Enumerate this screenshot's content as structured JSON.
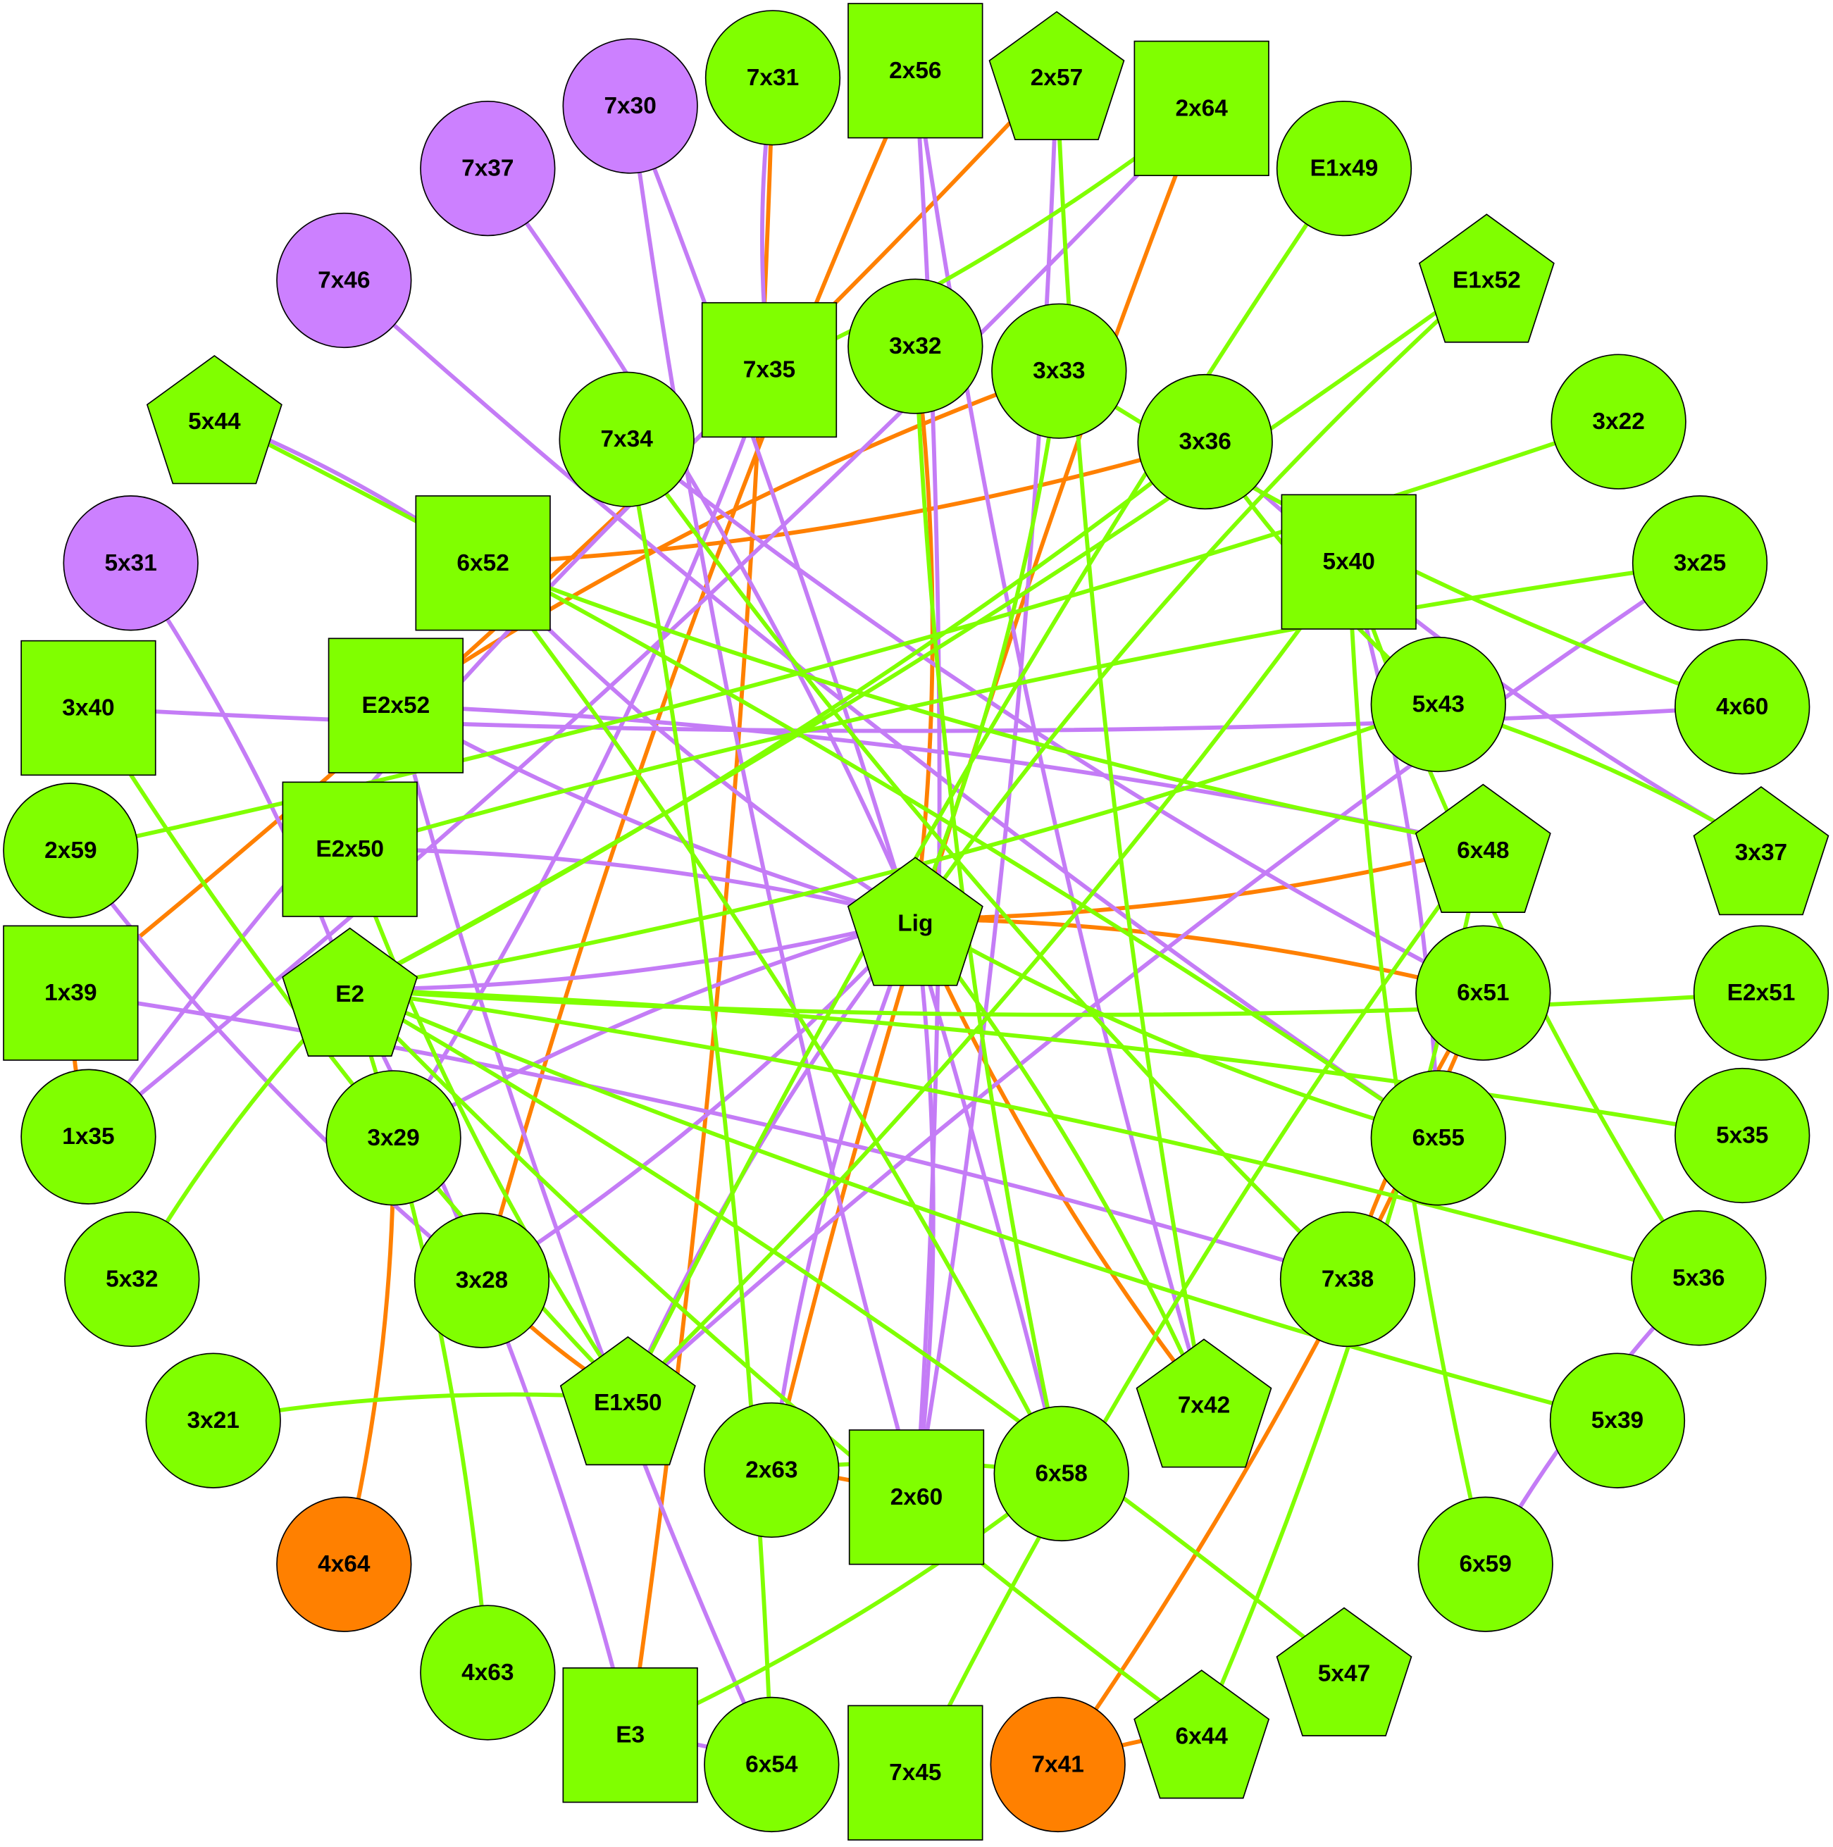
{
  "colors": {
    "green": "#80ff00",
    "purple": "#cc80ff",
    "orange": "#ff8000",
    "edge_purple": "#c47cf6",
    "edge_green": "#80ff00",
    "edge_orange": "#ff8000",
    "stroke": "#000000"
  },
  "nodes": [
    {
      "label": "7x31",
      "shape": "circle",
      "color": "green"
    },
    {
      "label": "2x56",
      "shape": "square",
      "color": "green"
    },
    {
      "label": "2x57",
      "shape": "pentagon",
      "color": "green"
    },
    {
      "label": "2x64",
      "shape": "square",
      "color": "green"
    },
    {
      "label": "7x30",
      "shape": "circle",
      "color": "purple"
    },
    {
      "label": "7x37",
      "shape": "circle",
      "color": "purple"
    },
    {
      "label": "E1x49",
      "shape": "circle",
      "color": "green"
    },
    {
      "label": "7x46",
      "shape": "circle",
      "color": "purple"
    },
    {
      "label": "E1x52",
      "shape": "pentagon",
      "color": "green"
    },
    {
      "label": "7x35",
      "shape": "square",
      "color": "green"
    },
    {
      "label": "3x32",
      "shape": "circle",
      "color": "green"
    },
    {
      "label": "3x33",
      "shape": "circle",
      "color": "green"
    },
    {
      "label": "7x34",
      "shape": "circle",
      "color": "green"
    },
    {
      "label": "3x36",
      "shape": "circle",
      "color": "green"
    },
    {
      "label": "5x44",
      "shape": "pentagon",
      "color": "green"
    },
    {
      "label": "3x22",
      "shape": "circle",
      "color": "green"
    },
    {
      "label": "5x31",
      "shape": "circle",
      "color": "purple"
    },
    {
      "label": "6x52",
      "shape": "square",
      "color": "green"
    },
    {
      "label": "5x40",
      "shape": "square",
      "color": "green"
    },
    {
      "label": "3x25",
      "shape": "circle",
      "color": "green"
    },
    {
      "label": "3x40",
      "shape": "square",
      "color": "green"
    },
    {
      "label": "E2x52",
      "shape": "square",
      "color": "green"
    },
    {
      "label": "5x43",
      "shape": "circle",
      "color": "green"
    },
    {
      "label": "4x60",
      "shape": "circle",
      "color": "green"
    },
    {
      "label": "2x59",
      "shape": "circle",
      "color": "green"
    },
    {
      "label": "E2x50",
      "shape": "square",
      "color": "green"
    },
    {
      "label": "6x48",
      "shape": "pentagon",
      "color": "green"
    },
    {
      "label": "3x37",
      "shape": "pentagon",
      "color": "green"
    },
    {
      "label": "Lig",
      "shape": "pentagon",
      "color": "green"
    },
    {
      "label": "1x39",
      "shape": "square",
      "color": "green"
    },
    {
      "label": "E2",
      "shape": "pentagon",
      "color": "green"
    },
    {
      "label": "6x51",
      "shape": "circle",
      "color": "green"
    },
    {
      "label": "E2x51",
      "shape": "circle",
      "color": "green"
    },
    {
      "label": "1x35",
      "shape": "circle",
      "color": "green"
    },
    {
      "label": "3x29",
      "shape": "circle",
      "color": "green"
    },
    {
      "label": "6x55",
      "shape": "circle",
      "color": "green"
    },
    {
      "label": "5x35",
      "shape": "circle",
      "color": "green"
    },
    {
      "label": "5x32",
      "shape": "circle",
      "color": "green"
    },
    {
      "label": "3x28",
      "shape": "circle",
      "color": "green"
    },
    {
      "label": "7x38",
      "shape": "circle",
      "color": "green"
    },
    {
      "label": "5x36",
      "shape": "circle",
      "color": "green"
    },
    {
      "label": "3x21",
      "shape": "circle",
      "color": "green"
    },
    {
      "label": "E1x50",
      "shape": "pentagon",
      "color": "green"
    },
    {
      "label": "7x42",
      "shape": "pentagon",
      "color": "green"
    },
    {
      "label": "5x39",
      "shape": "circle",
      "color": "green"
    },
    {
      "label": "2x63",
      "shape": "circle",
      "color": "green"
    },
    {
      "label": "2x60",
      "shape": "square",
      "color": "green"
    },
    {
      "label": "6x58",
      "shape": "circle",
      "color": "green"
    },
    {
      "label": "4x64",
      "shape": "circle",
      "color": "orange"
    },
    {
      "label": "6x59",
      "shape": "circle",
      "color": "green"
    },
    {
      "label": "4x63",
      "shape": "circle",
      "color": "green"
    },
    {
      "label": "E3",
      "shape": "square",
      "color": "green"
    },
    {
      "label": "6x54",
      "shape": "circle",
      "color": "green"
    },
    {
      "label": "7x45",
      "shape": "square",
      "color": "green"
    },
    {
      "label": "7x41",
      "shape": "circle",
      "color": "orange"
    },
    {
      "label": "6x44",
      "shape": "pentagon",
      "color": "green"
    },
    {
      "label": "5x47",
      "shape": "pentagon",
      "color": "green"
    }
  ],
  "edges": [
    [
      "7x31",
      "E3",
      "orange"
    ],
    [
      "2x56",
      "3x28",
      "orange"
    ],
    [
      "2x57",
      "1x39",
      "orange"
    ],
    [
      "2x64",
      "2x63",
      "orange"
    ],
    [
      "3x32",
      "Lig",
      "orange"
    ],
    [
      "3x33",
      "E2x52",
      "orange"
    ],
    [
      "3x36",
      "6x52",
      "orange"
    ],
    [
      "Lig",
      "6x48",
      "orange"
    ],
    [
      "Lig",
      "6x51",
      "orange"
    ],
    [
      "Lig",
      "7x42",
      "orange"
    ],
    [
      "3x29",
      "4x64",
      "orange"
    ],
    [
      "3x28",
      "E1x50",
      "orange"
    ],
    [
      "2x63",
      "2x60",
      "orange"
    ],
    [
      "6x51",
      "7x38",
      "orange"
    ],
    [
      "7x41",
      "6x44",
      "orange"
    ],
    [
      "7x41",
      "6x51",
      "orange"
    ],
    [
      "1x35",
      "1x39",
      "orange"
    ],
    [
      "7x31",
      "7x35",
      "purple"
    ],
    [
      "7x30",
      "6x58",
      "purple"
    ],
    [
      "7x30",
      "2x60",
      "purple"
    ],
    [
      "7x37",
      "Lig",
      "purple"
    ],
    [
      "7x46",
      "6x55",
      "purple"
    ],
    [
      "5x44",
      "6x52",
      "purple"
    ],
    [
      "6x52",
      "Lig",
      "purple"
    ],
    [
      "5x31",
      "E2",
      "purple"
    ],
    [
      "3x40",
      "4x60",
      "purple"
    ],
    [
      "E2x52",
      "6x48",
      "purple"
    ],
    [
      "E2x52",
      "Lig",
      "purple"
    ],
    [
      "E2x50",
      "Lig",
      "purple"
    ],
    [
      "E2",
      "Lig",
      "purple"
    ],
    [
      "1x39",
      "7x38",
      "purple"
    ],
    [
      "2x59",
      "3x28",
      "purple"
    ],
    [
      "1x35",
      "7x35",
      "purple"
    ],
    [
      "1x35",
      "2x64",
      "purple"
    ],
    [
      "2x56",
      "2x60",
      "purple"
    ],
    [
      "2x56",
      "7x42",
      "purple"
    ],
    [
      "2x57",
      "2x60",
      "purple"
    ],
    [
      "3x36",
      "3x37",
      "purple"
    ],
    [
      "5x40",
      "6x55",
      "purple"
    ],
    [
      "3x25",
      "E1x50",
      "purple"
    ],
    [
      "3x29",
      "Lig",
      "purple"
    ],
    [
      "3x28",
      "Lig",
      "purple"
    ],
    [
      "2x63",
      "Lig",
      "purple"
    ],
    [
      "2x60",
      "Lig",
      "purple"
    ],
    [
      "E1x50",
      "Lig",
      "purple"
    ],
    [
      "E3",
      "E2",
      "purple"
    ],
    [
      "6x54",
      "E2x52",
      "purple"
    ],
    [
      "5x36",
      "6x59",
      "purple"
    ],
    [
      "E3",
      "6x54",
      "purple"
    ],
    [
      "7x34",
      "6x51",
      "purple"
    ],
    [
      "7x35",
      "3x29",
      "purple"
    ],
    [
      "2x57",
      "7x42",
      "green"
    ],
    [
      "2x64",
      "7x35",
      "green"
    ],
    [
      "E1x49",
      "E1x50",
      "green"
    ],
    [
      "E1x52",
      "E2",
      "green"
    ],
    [
      "E1x52",
      "Lig",
      "green"
    ],
    [
      "3x22",
      "2x59",
      "green"
    ],
    [
      "3x25",
      "E2x50",
      "green"
    ],
    [
      "4x60",
      "3x33",
      "green"
    ],
    [
      "3x37",
      "5x43",
      "green"
    ],
    [
      "5x44",
      "6x55",
      "green"
    ],
    [
      "3x40",
      "E1x50",
      "green"
    ],
    [
      "6x52",
      "6x58",
      "green"
    ],
    [
      "6x52",
      "6x48",
      "green"
    ],
    [
      "7x34",
      "6x54",
      "green"
    ],
    [
      "7x34",
      "7x38",
      "green"
    ],
    [
      "3x33",
      "Lig",
      "green"
    ],
    [
      "3x32",
      "6x58",
      "green"
    ],
    [
      "3x36",
      "E2",
      "green"
    ],
    [
      "3x36",
      "5x43",
      "green"
    ],
    [
      "5x40",
      "E1x50",
      "green"
    ],
    [
      "5x40",
      "6x59",
      "green"
    ],
    [
      "5x43",
      "E2",
      "green"
    ],
    [
      "6x48",
      "7x45",
      "green"
    ],
    [
      "6x48",
      "6x44",
      "green"
    ],
    [
      "Lig",
      "6x55",
      "green"
    ],
    [
      "Lig",
      "7x42",
      "green"
    ],
    [
      "E2",
      "E2x51",
      "green"
    ],
    [
      "E2",
      "5x35",
      "green"
    ],
    [
      "E2",
      "5x39",
      "green"
    ],
    [
      "E2",
      "5x47",
      "green"
    ],
    [
      "E2",
      "5x32",
      "green"
    ],
    [
      "E2",
      "4x63",
      "green"
    ],
    [
      "E2x50",
      "E1x50",
      "green"
    ],
    [
      "3x21",
      "E1x50",
      "green"
    ],
    [
      "5x36",
      "E2",
      "green"
    ],
    [
      "6x58",
      "E3",
      "green"
    ],
    [
      "E2",
      "6x44",
      "green"
    ],
    [
      "2x63",
      "6x58",
      "green"
    ],
    [
      "5x40",
      "5x36",
      "green"
    ]
  ]
}
